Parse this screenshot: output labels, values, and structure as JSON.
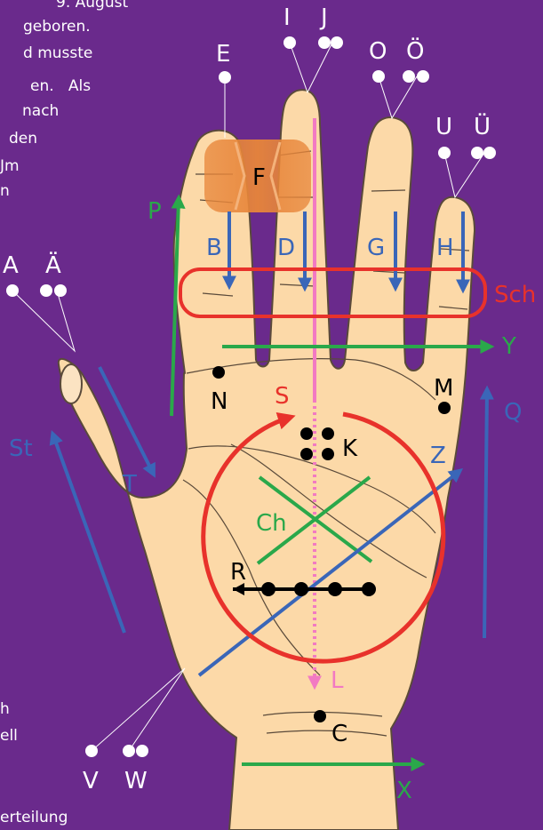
{
  "background_color": "#6a2a8c",
  "colors": {
    "skin": "#fcd9a8",
    "outline": "#5a4a3a",
    "red": "#e8322b",
    "blue": "#3a66b8",
    "green": "#2aa84a",
    "pink": "#f27ac2",
    "orange": "#e8863a",
    "dot": "#ffffff"
  },
  "text_fragments": {
    "top": [
      "9. August",
      "geboren.",
      "d musste",
      "en.   Als",
      "nach",
      "den",
      "Jm",
      "n"
    ],
    "bottom": [
      "h",
      "ell"
    ],
    "last": "erteilung"
  },
  "labels": {
    "A": "A",
    "AE": "Ä",
    "B": "B",
    "C": "C",
    "Ch": "Ch",
    "D": "D",
    "E": "E",
    "F": "F",
    "G": "G",
    "H": "H",
    "I": "I",
    "J": "J",
    "K": "K",
    "L": "L",
    "M": "M",
    "N": "N",
    "O": "O",
    "OE": "Ö",
    "P": "P",
    "Q": "Q",
    "R": "R",
    "S": "S",
    "Sch": "Sch",
    "St": "St",
    "T": "T",
    "U": "U",
    "UE": "Ü",
    "V": "V",
    "W": "W",
    "X": "X",
    "Y": "Y",
    "Z": "Z"
  }
}
